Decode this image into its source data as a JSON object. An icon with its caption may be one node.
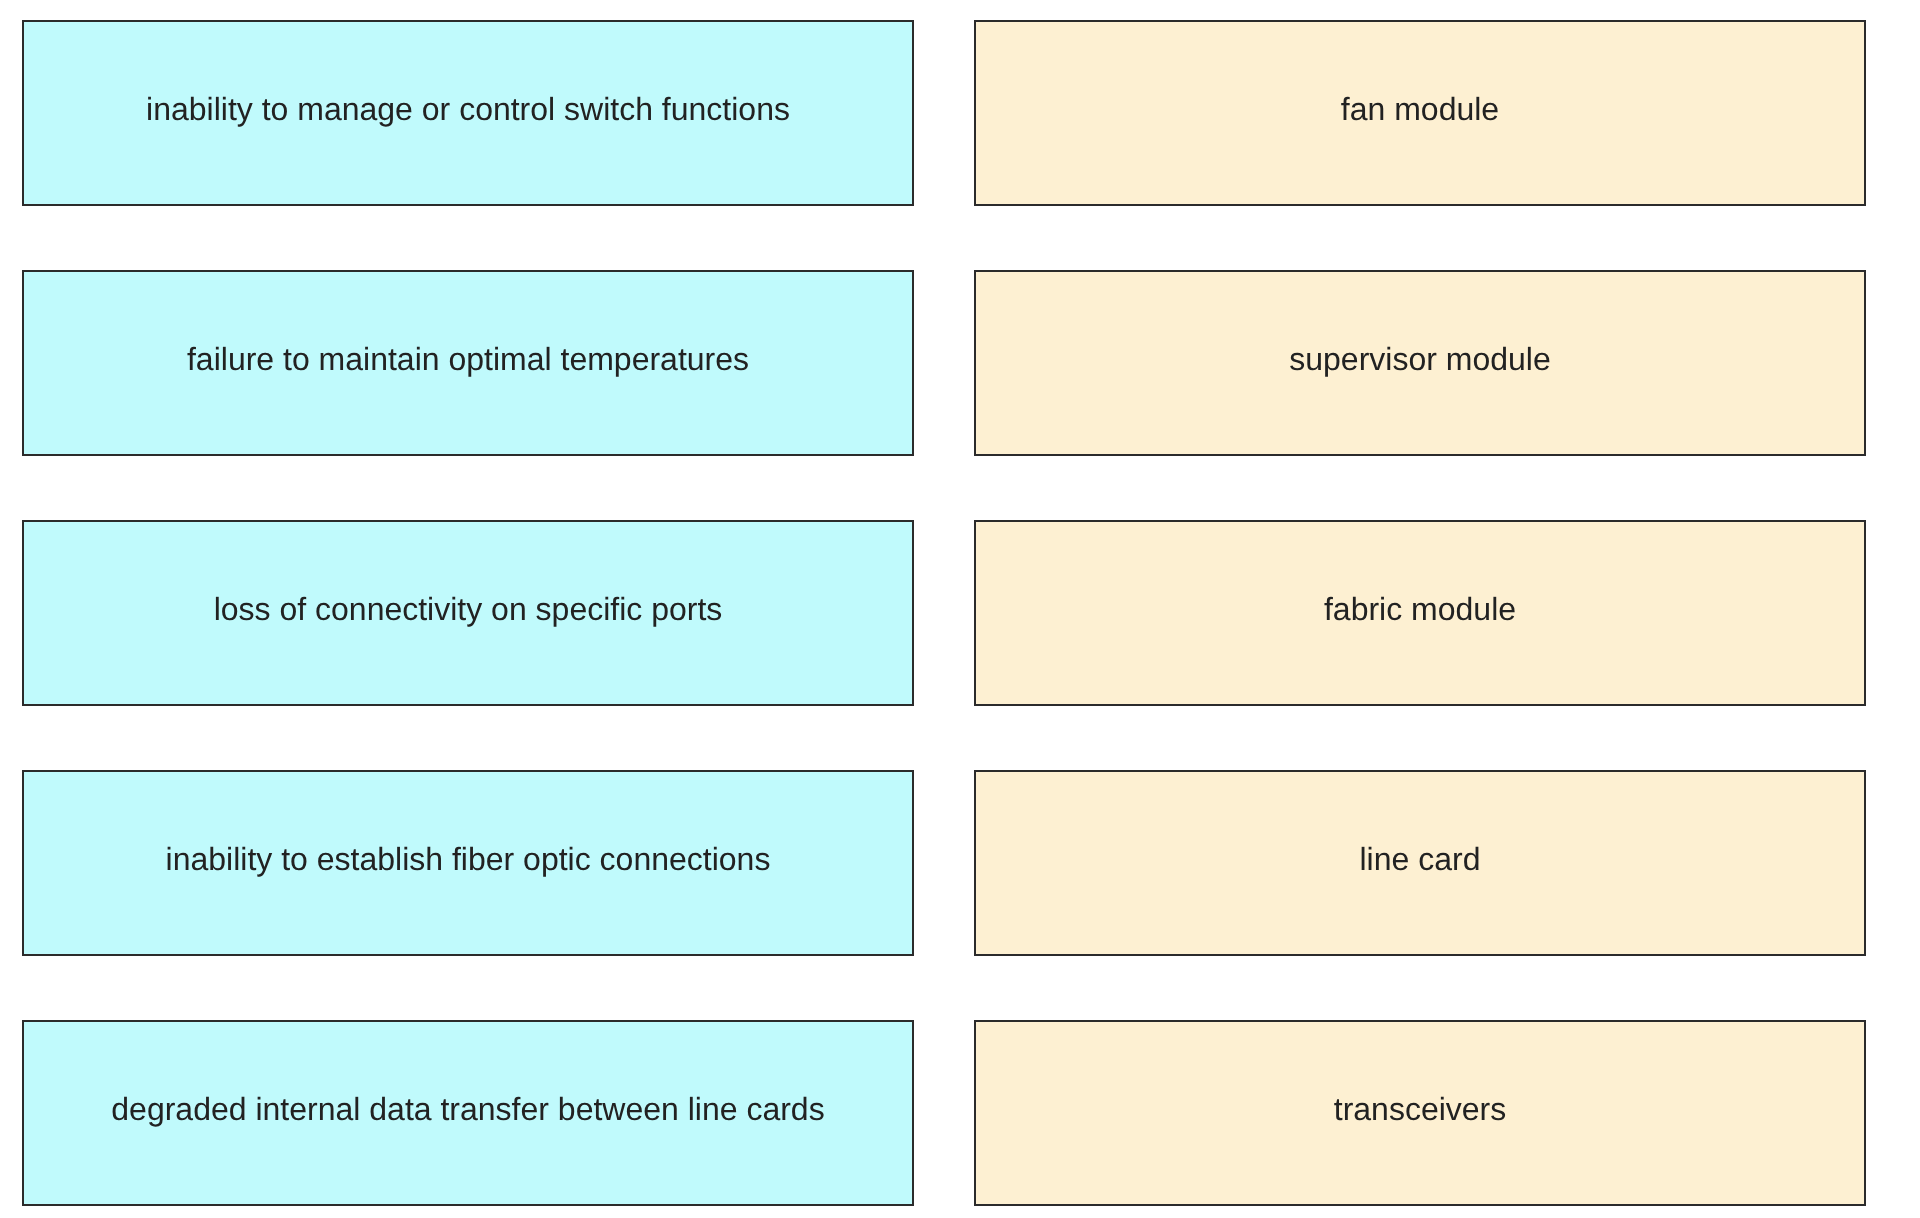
{
  "diagram": {
    "nodes": [
      {
        "text": [
          "inability to manage or control switch functions"
        ]
      },
      {
        "text": [
          "fan module"
        ]
      },
      {
        "text": [
          "failure to maintain optimal temperatures"
        ]
      },
      {
        "text": [
          "supervisor module"
        ]
      },
      {
        "text": [
          "loss of connectivity on specific ports"
        ]
      },
      {
        "text": [
          "fabric module"
        ]
      },
      {
        "text": [
          "inability to establish fiber optic connections"
        ]
      },
      {
        "text": [
          "line card"
        ]
      },
      {
        "text": [
          "degraded internal data transfer between line cards"
        ]
      },
      {
        "text": [
          "transceivers"
        ]
      }
    ]
  }
}
